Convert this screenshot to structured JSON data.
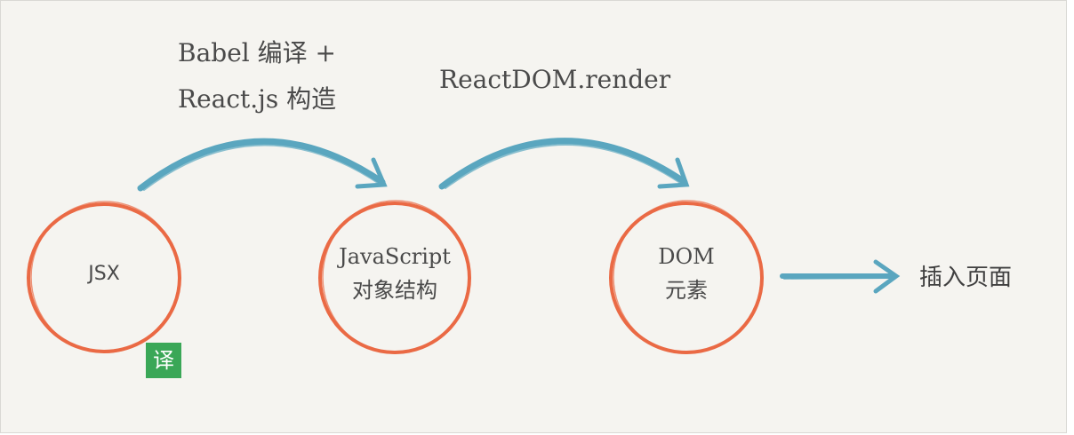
{
  "steps": {
    "babel_line1": "Babel 编译 +",
    "babel_line2": "React.js 构造",
    "render": "ReactDOM.render"
  },
  "nodes": {
    "jsx": "JSX",
    "js_object_line1": "JavaScript",
    "js_object_line2": "对象结构",
    "dom_line1": "DOM",
    "dom_line2": "元素"
  },
  "insert_page": "插入页面",
  "badge": "译",
  "colors": {
    "circle_stroke": "#ea6a45",
    "arrow_stroke": "#5aa6bf",
    "background": "#f5f4f0",
    "badge_bg": "#3aa757"
  }
}
